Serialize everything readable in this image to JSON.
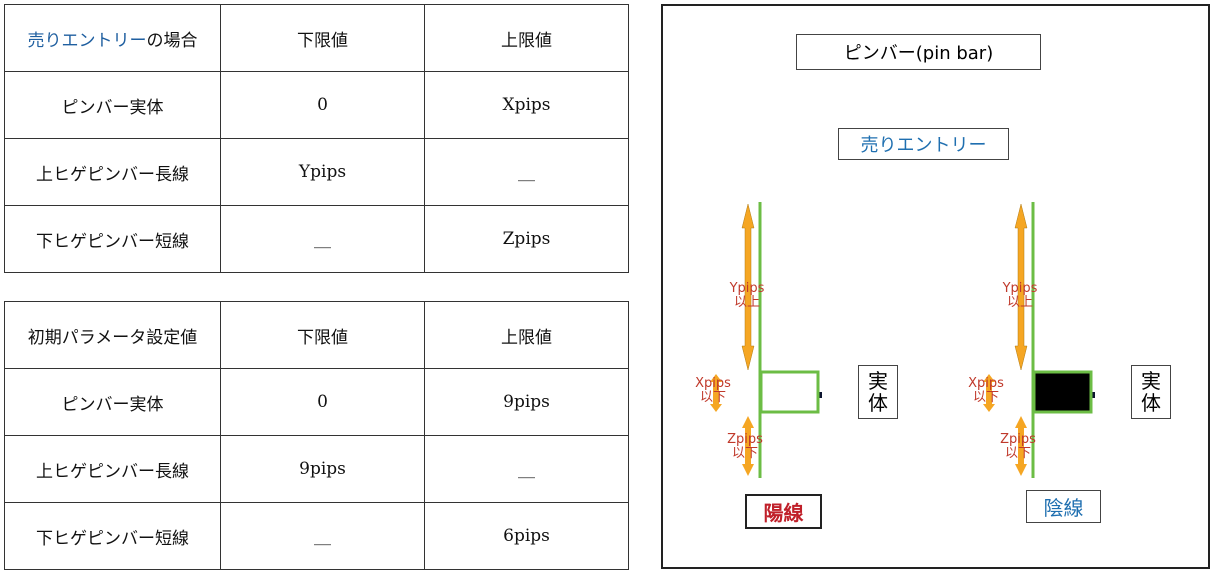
{
  "table1": {
    "header": {
      "label_highlight": "売りエントリー",
      "label_rest": "の場合",
      "lower": "下限値",
      "upper": "上限値"
    },
    "rows": [
      {
        "name": "ピンバー実体",
        "lower": "0",
        "upper": "Xpips"
      },
      {
        "name": "上ヒゲピンバー長線",
        "lower": "Ypips",
        "upper": "__"
      },
      {
        "name": "下ヒゲピンバー短線",
        "lower": "__",
        "upper": "Zpips"
      }
    ]
  },
  "table2": {
    "header": {
      "label": "初期パラメータ設定値",
      "lower": "下限値",
      "upper": "上限値"
    },
    "rows": [
      {
        "name": "ピンバー実体",
        "lower": "0",
        "upper": "9pips"
      },
      {
        "name": "上ヒゲピンバー長線",
        "lower": "9pips",
        "upper": "__"
      },
      {
        "name": "下ヒゲピンバー短線",
        "lower": "__",
        "upper": "6pips"
      }
    ]
  },
  "diagram": {
    "title": "ピンバー(pin bar)",
    "subtitle": "売りエントリー",
    "labels": {
      "y": "Ypips",
      "y_sub": "以上",
      "x": "Xpips",
      "x_sub": "以下",
      "z": "Zpips",
      "z_sub": "以下",
      "body_line1": "実",
      "body_line2": "体"
    },
    "bullish": "陽線",
    "bearish": "陰線",
    "colors": {
      "wick": "#6cbd45",
      "arrow": "#f5a623",
      "bull": "#c0202a",
      "bear": "#1f6fb0"
    }
  }
}
